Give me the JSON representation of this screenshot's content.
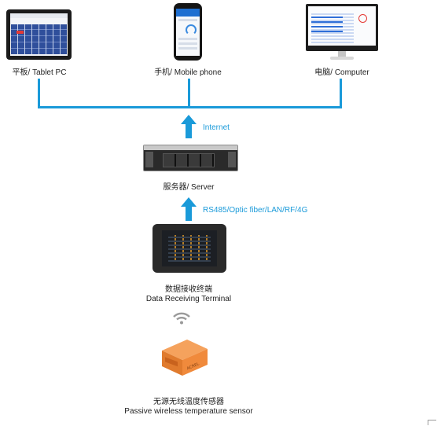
{
  "devices": {
    "tablet_label": "平板/ Tablet PC",
    "phone_label": "手机/ Mobile phone",
    "computer_label": "电脑/ Computer"
  },
  "links": {
    "internet_label": "Internet",
    "comm_label": "RS485/Optic fiber/LAN/RF/4G"
  },
  "server": {
    "label": "服务器/ Server"
  },
  "terminal": {
    "label_cn": "数据接收终端",
    "label_en": "Data Receiving Terminal"
  },
  "sensor": {
    "label_cn": "无源无线温度传感器",
    "label_en": "Passive wireless temperature sensor"
  },
  "colors": {
    "accent": "#1a9ad9",
    "sensor": "#f08a3c"
  },
  "icons": [
    "tablet-icon",
    "phone-icon",
    "computer-icon",
    "server-icon",
    "terminal-icon",
    "wifi-icon",
    "sensor-icon",
    "arrow-up-icon"
  ]
}
